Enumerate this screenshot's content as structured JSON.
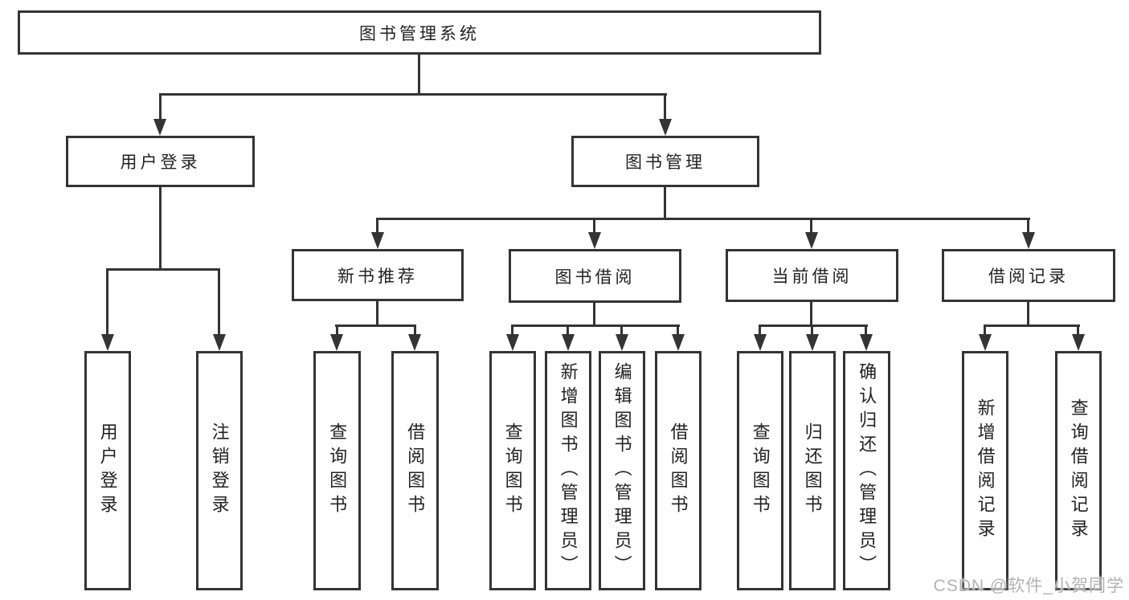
{
  "diagram": {
    "type": "hierarchy-tree",
    "watermark": "CSDN @软件_小贺同学",
    "colors": {
      "line": "#343434",
      "text": "#222222",
      "watermark": "#b3b3b3",
      "background": "#ffffff"
    },
    "tree": {
      "label": "图书管理系统",
      "children": [
        {
          "label": "用户登录",
          "children": [
            {
              "label": "用户登录"
            },
            {
              "label": "注销登录"
            }
          ]
        },
        {
          "label": "图书管理",
          "children": [
            {
              "label": "新书推荐",
              "children": [
                {
                  "label": "查询图书"
                },
                {
                  "label": "借阅图书"
                }
              ]
            },
            {
              "label": "图书借阅",
              "children": [
                {
                  "label": "查询图书"
                },
                {
                  "label": "新增图书（管理员）"
                },
                {
                  "label": "编辑图书（管理员）"
                },
                {
                  "label": "借阅图书"
                }
              ]
            },
            {
              "label": "当前借阅",
              "children": [
                {
                  "label": "查询图书"
                },
                {
                  "label": "归还图书"
                },
                {
                  "label": "确认归还（管理员）"
                }
              ]
            },
            {
              "label": "借阅记录",
              "children": [
                {
                  "label": "新增借阅记录"
                },
                {
                  "label": "查询借阅记录"
                }
              ]
            }
          ]
        }
      ]
    }
  }
}
